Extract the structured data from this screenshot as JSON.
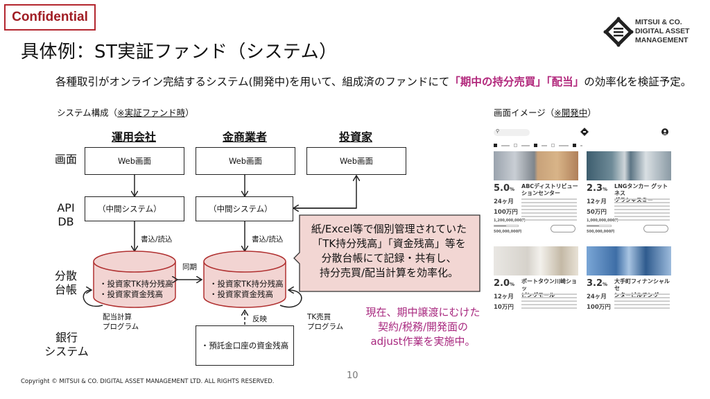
{
  "header": {
    "confidential": "Confidential",
    "title": "具体例：ST実証ファンド（システム）",
    "logo_text": [
      "MITSUI & CO.",
      "DIGITAL ASSET",
      "MANAGEMENT"
    ]
  },
  "lead": {
    "before": "各種取引がオンライン完結するシステム(開発中)を用いて、組成済のファンドにて",
    "highlight1": "「期中の持分売買」",
    "highlight2": "「配当」",
    "after": "の効率化を検証予定。",
    "highlight_color": "#b2287c"
  },
  "system_section": {
    "label_prefix": "システム構成（",
    "label_underlined": "※実証ファンド時",
    "label_suffix": "）"
  },
  "screen_section": {
    "label_prefix": "画面イメージ（",
    "label_underlined": "※開発中",
    "label_suffix": "）"
  },
  "diagram": {
    "columns": [
      "運用会社",
      "金商業者",
      "投資家"
    ],
    "rows": {
      "screen": "画面",
      "api_db": [
        "API",
        "DB"
      ],
      "ledger": [
        "分散",
        "台帳"
      ],
      "bank": [
        "銀行",
        "システム"
      ]
    },
    "web_screen": "Web画面",
    "middle_system": "（中間システム）",
    "write_read": "書込/読込",
    "sync": "同期",
    "ledger_items": [
      "・投資家TK持分残高",
      "・投資家資金残高"
    ],
    "dividend_program": [
      "配当計算",
      "プログラム"
    ],
    "tk_trade_program": [
      "TK売買",
      "プログラム"
    ],
    "reflect": "反映",
    "bank_box": "・預託金口座の資金残高",
    "ledger_fill": "#f2d4d2",
    "ledger_stroke": "#b03030"
  },
  "callout": {
    "lines": [
      "紙/Excel等で個別管理されていた",
      "「TK持分残高」「資金残高」等を",
      "分散台帳にて記録・共有し、",
      "持分売買/配当計算を効率化。"
    ],
    "fill": "#f2d6d3"
  },
  "note": {
    "lines": [
      "現在、期中譲渡にむけた",
      "契約/税務/開発面の",
      "adjust作業を実施中。"
    ],
    "color": "#a8287f"
  },
  "screen_image": {
    "cards": [
      {
        "rate": "5.0",
        "rate_unit": "%",
        "title": [
          "ABCディストリビュー",
          "ションセンター"
        ],
        "term": "24ヶ月",
        "unit_amount": "100万円",
        "total": "1,200,000,000円",
        "raised": "500,000,000円",
        "image": "warehouse"
      },
      {
        "rate": "2.3",
        "rate_unit": "%",
        "title": [
          "LNGタンカー グットネス",
          "グラシャスミー"
        ],
        "term": "12ヶ月",
        "unit_amount": "50万円",
        "total": "1,000,000,000円",
        "raised": "500,000,000円",
        "image": "tanker"
      },
      {
        "rate": "2.0",
        "rate_unit": "%",
        "title": [
          "ポートタウン川崎ショッ",
          "ピングモール"
        ],
        "term": "12ヶ月",
        "unit_amount": "10万円",
        "image": "mall"
      },
      {
        "rate": "3.2",
        "rate_unit": "%",
        "title": [
          "大手町フィナンシャルセ",
          "ンタービルヂング"
        ],
        "term": "24ヶ月",
        "unit_amount": "100万円",
        "image": "office"
      }
    ]
  },
  "footer": {
    "copyright": "Copyright © MITSUI & CO. DIGITAL ASSET MANAGEMENT LTD. ALL RIGHTS RESERVED.",
    "page_number": "10"
  }
}
